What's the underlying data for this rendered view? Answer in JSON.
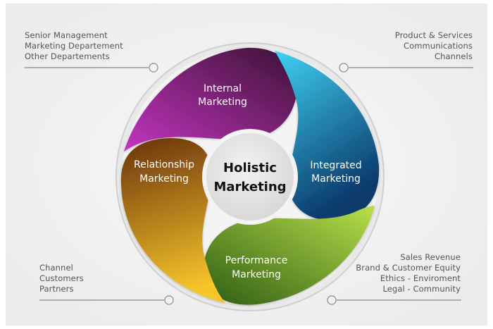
{
  "diagram": {
    "center": [
      "Holistic",
      "Marketing"
    ],
    "segments": [
      {
        "id": "internal",
        "lines": [
          "Internal",
          "Marketing"
        ],
        "gradient": [
          "#c435c2",
          "#3c1234"
        ]
      },
      {
        "id": "integrated",
        "lines": [
          "Integrated",
          "Marketing"
        ],
        "gradient": [
          "#3fd2f2",
          "#0a3a6c"
        ]
      },
      {
        "id": "performance",
        "lines": [
          "Performance",
          "Marketing"
        ],
        "gradient": [
          "#b8e04a",
          "#2f5c14"
        ]
      },
      {
        "id": "relationship",
        "lines": [
          "Relationship",
          "Marketing"
        ],
        "gradient": [
          "#f6c52a",
          "#6b340c"
        ]
      }
    ]
  },
  "notes": {
    "top_left": [
      "Senior Management",
      "Marketing Departement",
      "Other Departements"
    ],
    "top_right": [
      "Product & Services",
      "Communications",
      "Channels"
    ],
    "bottom_left": [
      "Channel",
      "Customers",
      "Partners"
    ],
    "bottom_right": [
      "Sales Revenue",
      "Brand & Customer Equity",
      "Ethics - Enviroment",
      "Legal - Community"
    ]
  },
  "colors": {
    "background_outer": "#ffffff",
    "background_inner": "#f1f1f1",
    "ring": "#d8d8d8",
    "connector_line": "#888888",
    "center_disc": "#e6e6e6"
  }
}
